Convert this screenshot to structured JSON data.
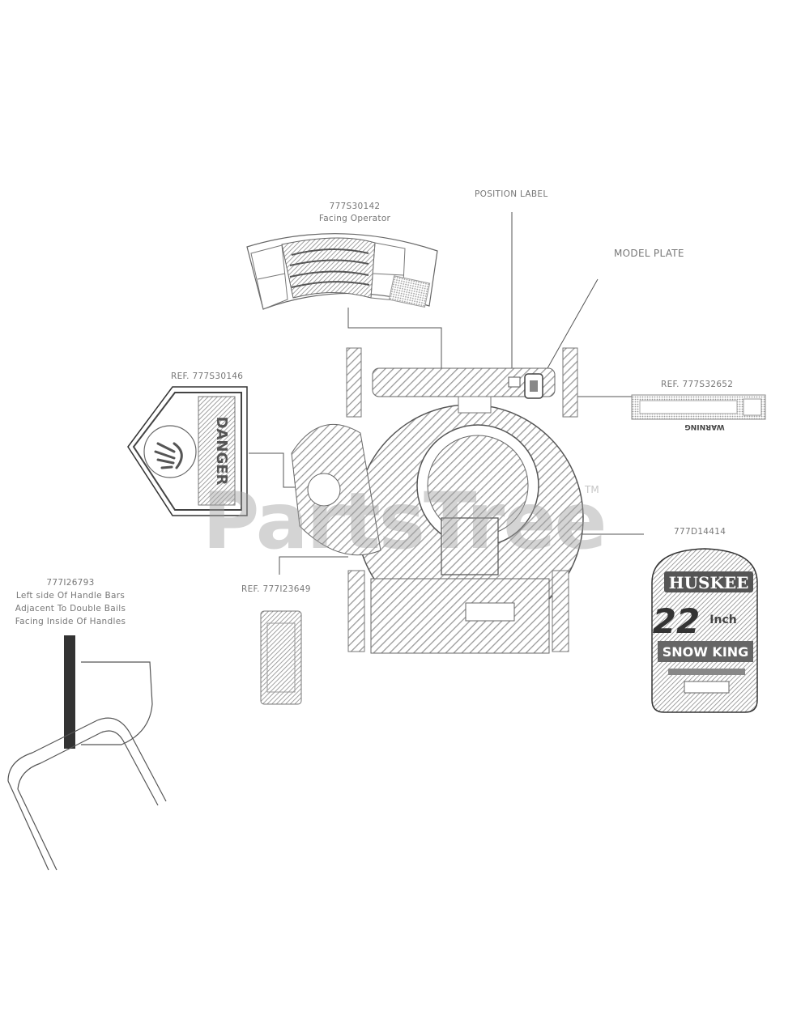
{
  "labels": {
    "facing_operator_part": "777S30142",
    "facing_operator_text": "Facing Operator",
    "position_label": "POSITION LABEL",
    "model_plate": "MODEL PLATE",
    "ref_danger": "REF. 777S30146",
    "ref_warning": "REF. 777S32652",
    "part_hood": "777D14414",
    "ref_small": "REF. 777I23649",
    "handle_part": "777I26793",
    "handle_note_1": "Left side Of Handle Bars",
    "handle_note_2": "Adjacent To Double Bails",
    "handle_note_3": "Facing Inside Of Handles"
  },
  "decals": {
    "danger_text": "DANGER",
    "warning_text": "WARNING",
    "hood_brand": "HUSKEE",
    "hood_size": "22",
    "hood_inch_suffix": "Inch",
    "hood_subtext": "SNOW KING"
  },
  "watermark": {
    "text": "PartsTree",
    "tm": "TM"
  }
}
